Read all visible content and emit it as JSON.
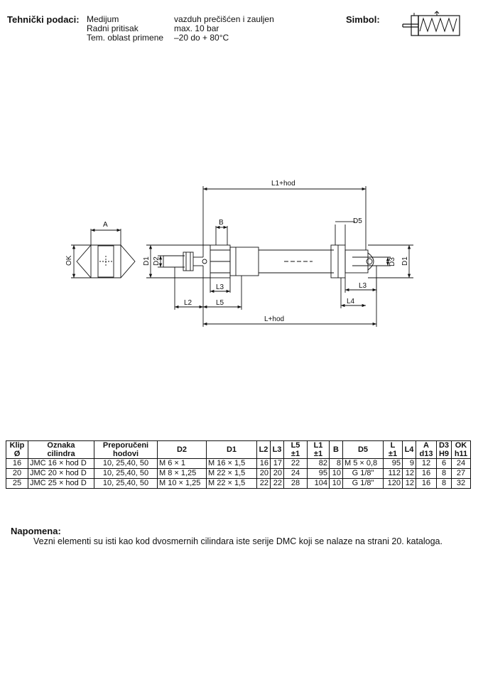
{
  "header": {
    "title": "Tehnički podaci:",
    "specs": [
      {
        "label": "Medijum",
        "value": "vazduh prečišćen i zauljen"
      },
      {
        "label": "Radni pritisak",
        "value": "max. 10 bar"
      },
      {
        "label": "Tem. oblast primene",
        "value": "–20 do + 80°C"
      }
    ],
    "symbol_label": "Simbol:"
  },
  "drawing": {
    "labels": {
      "l1_hod": "L1+hod",
      "l_hod": "L+hod",
      "a": "A",
      "ok": "OK",
      "b": "B",
      "d1_left": "D1",
      "d2": "D2",
      "l3_left": "L3",
      "l2": "L2",
      "l5": "L5",
      "d5": "D5",
      "d3": "D3",
      "d1_right": "D1",
      "l3_right": "L3",
      "l4": "L4"
    }
  },
  "table": {
    "headers": [
      {
        "l1": "Klip",
        "l2": "Ø"
      },
      {
        "l1": "Oznaka",
        "l2": "cilindra"
      },
      {
        "l1": "Preporučeni",
        "l2": "hodovi"
      },
      {
        "l1": "D2",
        "l2": ""
      },
      {
        "l1": "D1",
        "l2": ""
      },
      {
        "l1": "L2",
        "l2": ""
      },
      {
        "l1": "L3",
        "l2": ""
      },
      {
        "l1": "L5",
        "l2": "±1"
      },
      {
        "l1": "L1",
        "l2": "±1"
      },
      {
        "l1": "B",
        "l2": ""
      },
      {
        "l1": "D5",
        "l2": ""
      },
      {
        "l1": "L",
        "l2": "±1"
      },
      {
        "l1": "L4",
        "l2": ""
      },
      {
        "l1": "A",
        "l2": "d13"
      },
      {
        "l1": "D3",
        "l2": "H9"
      },
      {
        "l1": "OK",
        "l2": "h11"
      }
    ],
    "rows": [
      [
        "16",
        "JMC 16 × hod D",
        "10, 25,40, 50",
        "M 6 × 1",
        "M 16 × 1,5",
        "16",
        "17",
        "22",
        "82",
        "8",
        "M 5 × 0,8",
        "95",
        "9",
        "12",
        "6",
        "24"
      ],
      [
        "20",
        "JMC 20 × hod D",
        "10, 25,40, 50",
        "M 8 × 1,25",
        "M 22 × 1,5",
        "20",
        "20",
        "24",
        "95",
        "10",
        "G 1/8\"",
        "112",
        "12",
        "16",
        "8",
        "27"
      ],
      [
        "25",
        "JMC 25 × hod D",
        "10, 25,40, 50",
        "M 10 × 1,25",
        "M 22 × 1,5",
        "22",
        "22",
        "28",
        "104",
        "10",
        "G 1/8\"",
        "120",
        "12",
        "16",
        "8",
        "32"
      ]
    ]
  },
  "note": {
    "title": "Napomena:",
    "text": "Vezni elementi su isti kao kod dvosmernih cilindara iste serije DMC koji se nalaze na strani 20. kataloga."
  }
}
